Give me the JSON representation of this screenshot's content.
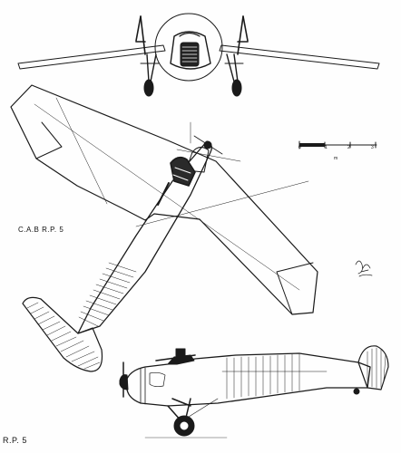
{
  "labels": {
    "top_view_title": "C.A.B  R.P. 5",
    "side_view_title": "R.P. 5"
  },
  "scale_bar": {
    "ticks": [
      "0",
      "1",
      "2",
      "3"
    ],
    "unit": "m"
  },
  "colors": {
    "line": "#1a1a1a",
    "paper": "#fefefe"
  }
}
